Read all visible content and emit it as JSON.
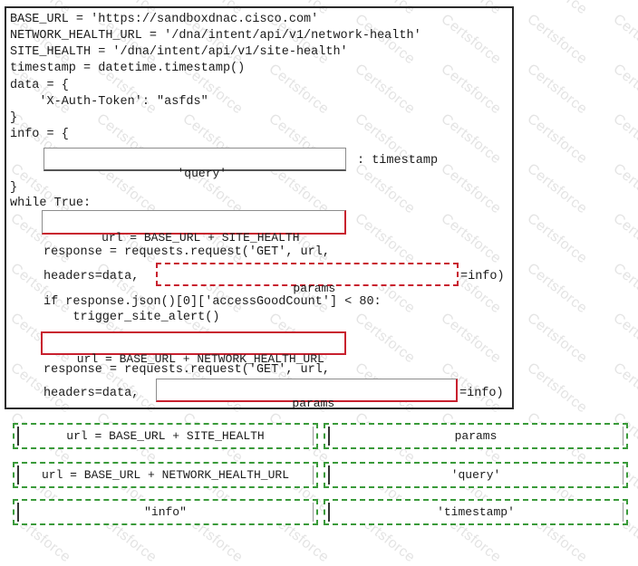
{
  "code": {
    "lines": [
      "BASE_URL = 'https://sandboxdnac.cisco.com'",
      "NETWORK_HEALTH_URL = '/dna/intent/api/v1/network-health'",
      "SITE_HEALTH = '/dna/intent/api/v1/site-health'",
      "timestamp = datetime.timestamp()",
      "data = {",
      "    'X-Auth-Token': \"asfds\"",
      "}",
      "info = {",
      ": timestamp",
      "}",
      "while True:",
      "response = requests.request('GET', url,",
      "headers=data,",
      "=info)",
      "if response.json()[0]['accessGoodCount'] < 80:",
      "    trigger_site_alert()",
      "response = requests.request('GET', url,",
      "headers=data,",
      "=info)"
    ],
    "slots": {
      "info_key": "'query'",
      "loop_url": "url = BASE_URL + SITE_HEALTH",
      "params_1": "params",
      "network_url": "url = BASE_URL + NETWORK_HEALTH_URL",
      "params_2": "params"
    }
  },
  "options": [
    "url = BASE_URL + SITE_HEALTH",
    "params",
    "url = BASE_URL + NETWORK_HEALTH_URL",
    "'query'",
    "\"info\"",
    "'timestamp'"
  ],
  "watermark": "Certsforce"
}
